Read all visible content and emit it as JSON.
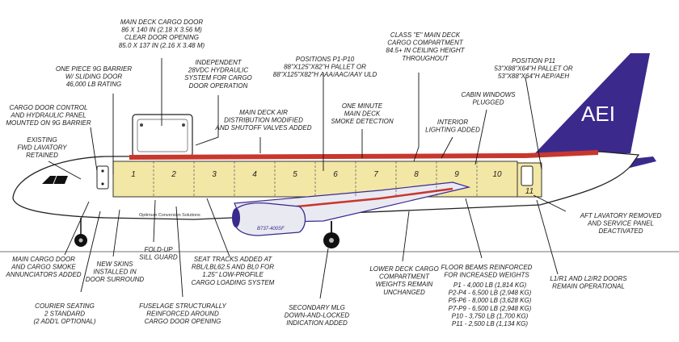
{
  "brand": {
    "logo_text": "AEI",
    "tail_color": "#3b2a8c",
    "stripe_color": "#c8372d",
    "cargo_fill": "#f3e7a6"
  },
  "fuselage_texts": {
    "door_text": "Optimum Conversion Solutions",
    "engine_text": "B737-400SF"
  },
  "positions": [
    "1",
    "2",
    "3",
    "4",
    "5",
    "6",
    "7",
    "8",
    "9",
    "10",
    "11"
  ],
  "callouts": {
    "main_deck_door": [
      "MAIN DECK CARGO DOOR",
      "86 X 140 IN (2.18 X 3.56 M)",
      "CLEAR DOOR OPENING",
      "85.0 X 137 IN (2.16 X 3.48 M)"
    ],
    "barrier": [
      "ONE PIECE 9G BARRIER",
      "W/ SLIDING DOOR",
      "46,000 LB RATING"
    ],
    "hydraulic": [
      "INDEPENDENT",
      "28VDC HYDRAULIC",
      "SYSTEM FOR CARGO",
      "DOOR OPERATION"
    ],
    "positions_p1_p10": [
      "POSITIONS P1-P10",
      "88\"X125\"X82\"H PALLET OR",
      "88\"X125\"X82\"H AAA/AAC/AAY ULD"
    ],
    "class_e": [
      "CLASS \"E\" MAIN DECK",
      "CARGO COMPARTMENT",
      "84.5+ IN CEILING HEIGHT",
      "THROUGHOUT"
    ],
    "position_p11": [
      "POSITION P11",
      "53\"X88\"X64\"H PALLET OR",
      "53\"X88\"X64\"H AEP/AEH"
    ],
    "door_control": [
      "CARGO DOOR CONTROL",
      "AND HYDRAULIC PANEL",
      "MOUNTED ON 9G BARRIER"
    ],
    "air_dist": [
      "MAIN DECK AIR",
      "DISTRIBUTION MODIFIED",
      "AND SHUTOFF VALVES ADDED"
    ],
    "smoke_detect": [
      "ONE MINUTE",
      "MAIN DECK",
      "SMOKE DETECTION"
    ],
    "cabin_windows": [
      "CABIN WINDOWS",
      "PLUGGED"
    ],
    "lavatory": [
      "EXISTING",
      "FWD LAVATORY",
      "RETAINED"
    ],
    "interior_lighting": [
      "INTERIOR",
      "LIGHTING ADDED"
    ],
    "aft_lav": [
      "AFT LAVATORY REMOVED",
      "AND SERVICE PANEL",
      "DEACTIVATED"
    ],
    "annunciators": [
      "MAIN CARGO DOOR",
      "AND CARGO SMOKE",
      "ANNUNCIATORS ADDED"
    ],
    "new_skins": [
      "NEW SKINS",
      "INSTALLED IN",
      "DOOR SURROUND"
    ],
    "sill_guard": [
      "FOLD-UP",
      "SILL GUARD"
    ],
    "seat_tracks": [
      "SEAT TRACKS ADDED AT",
      "RBL/LBL62.5 AND BL0 FOR",
      "1.25\" LOW-PROFILE",
      "CARGO LOADING SYSTEM"
    ],
    "lower_deck": [
      "LOWER DECK CARGO",
      "COMPARTMENT",
      "WEIGHTS REMAIN",
      "UNCHANGED"
    ],
    "floor_beams": [
      "FLOOR BEAMS REINFORCED",
      "FOR INCREASED WEIGHTS"
    ],
    "weights": [
      "P1 - 4,000 LB (1,814 KG)",
      "P2-P4 - 6,500 LB (2,948 KG)",
      "P5-P6 - 8,000 LB (3,628 KG)",
      "P7-P9 - 6,500 LB (2,948 KG)",
      "P10 - 3,750 LB (1,700 KG)",
      "P11 - 2,500 LB (1,134 KG)"
    ],
    "l1r1": [
      "L1/R1 AND L2/R2 DOORS",
      "REMAIN OPERATIONAL"
    ],
    "courier": [
      "COURIER SEATING",
      "2 STANDARD",
      "(2 ADD'L OPTIONAL)"
    ],
    "fuselage_struct": [
      "FUSELAGE STRUCTURALLY",
      "REINFORCED AROUND",
      "CARGO DOOR OPENING"
    ],
    "secondary_mlg": [
      "SECONDARY MLG",
      "DOWN-AND-LOCKED",
      "INDICATION ADDED"
    ]
  }
}
